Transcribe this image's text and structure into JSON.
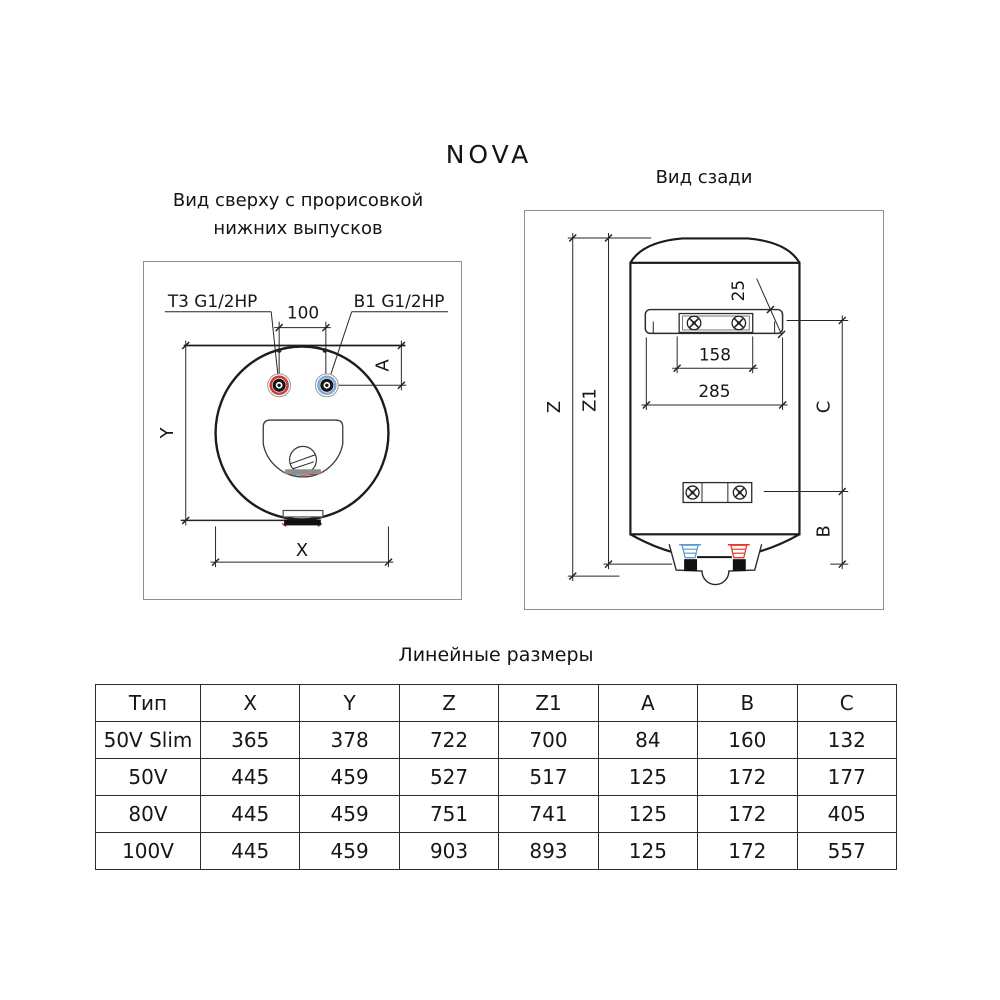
{
  "main": {
    "title": "NOVA"
  },
  "left_view": {
    "subtitle_line1": "Вид сверху с прорисовкой",
    "subtitle_line2": "нижних выпусков",
    "port_left_label": "Т3 G1/2HP",
    "port_right_label": "В1 G1/2HP",
    "dim_100": "100",
    "dim_a": "A",
    "dim_y": "Y",
    "dim_x": "X"
  },
  "right_view": {
    "subtitle": "Вид сзади",
    "dim_25": "25",
    "dim_158": "158",
    "dim_285": "285",
    "dim_z": "Z",
    "dim_z1": "Z1",
    "dim_c": "C",
    "dim_b": "B"
  },
  "table": {
    "title": "Линейные размеры",
    "headers": [
      "Тип",
      "X",
      "Y",
      "Z",
      "Z1",
      "A",
      "B",
      "C"
    ],
    "rows": [
      [
        "50V Slim",
        "365",
        "378",
        "722",
        "700",
        "84",
        "160",
        "132"
      ],
      [
        "50V",
        "445",
        "459",
        "527",
        "517",
        "125",
        "172",
        "177"
      ],
      [
        "80V",
        "445",
        "459",
        "751",
        "741",
        "125",
        "172",
        "405"
      ],
      [
        "100V",
        "445",
        "459",
        "903",
        "893",
        "125",
        "172",
        "557"
      ]
    ]
  },
  "colors": {
    "hot_red": "#cc3a3a",
    "cold_blue": "#7fa8d9",
    "pipe_red": "#e8392b",
    "pipe_blue": "#5b9bd5",
    "line": "#262626"
  }
}
